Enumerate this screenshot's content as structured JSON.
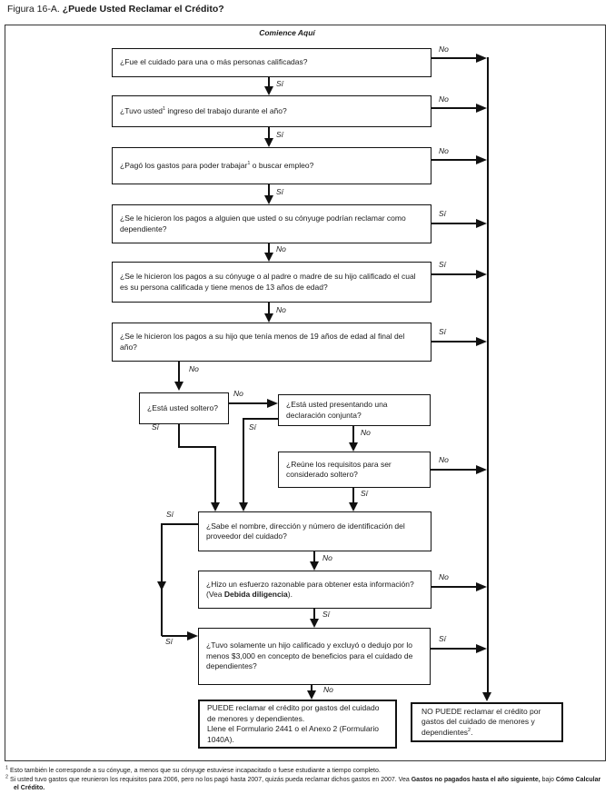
{
  "colors": {
    "ink": "#1a1a1a",
    "background": "#ffffff"
  },
  "title": {
    "prefix": "Figura 16-A. ",
    "main": "¿Puede Usted Reclamar el Crédito?"
  },
  "start_label": "Comience Aquí",
  "nodes": {
    "q1": {
      "text": "¿Fue el cuidado para una o más personas calificadas?"
    },
    "q2": {
      "pre": "¿Tuvo usted",
      "sup": "1",
      "post": " ingreso del trabajo durante el año?"
    },
    "q3": {
      "pre": "¿Pagó los gastos para poder trabajar",
      "sup": "1",
      "post": " o buscar empleo?"
    },
    "q4": {
      "text": "¿Se le hicieron los pagos a alguien que usted o su cónyuge podrían reclamar como dependiente?"
    },
    "q5": {
      "text": "¿Se le hicieron los pagos a su cónyuge o al padre o madre de su hijo calificado el cual es su persona calificada y tiene menos de 13 años de edad?"
    },
    "q6": {
      "text": "¿Se le hicieron los pagos a su hijo que tenía menos de 19 años de edad al final del año?"
    },
    "q7": {
      "text": "¿Está usted soltero?"
    },
    "q8": {
      "text": "¿Está usted presentando una declaración conjunta?"
    },
    "q9": {
      "text": "¿Reúne los requisitos para ser considerado soltero?"
    },
    "q10": {
      "text": "¿Sabe el nombre, dirección y número de identificación del proveedor del cuidado?"
    },
    "q11": {
      "pre": "¿Hizo un esfuerzo razonable para obtener esta información? (Vea ",
      "bold": "Debida diligencia",
      "post": ")."
    },
    "q12": {
      "text": "¿Tuvo solamente un hijo calificado y excluyó o dedujo por lo menos $3,000 en concepto de beneficios para el cuidado de dependientes?"
    },
    "yes_end": {
      "line1": "PUEDE reclamar el crédito por gastos del cuidado de menores y dependientes.",
      "line2": "Llene el Formulario 2441 o el Anexo 2 (Formulario 1040A)."
    },
    "no_end": {
      "pre": "NO PUEDE reclamar el crédito por gastos del cuidado de menores y dependientes",
      "sup": "2",
      "post": "."
    }
  },
  "labels": {
    "l_q1_no": "No",
    "l_q1_si": "Sí",
    "l_q2_no": "No",
    "l_q2_si": "Sí",
    "l_q3_no": "No",
    "l_q3_si": "Sí",
    "l_q4_si": "Sí",
    "l_q4_no": "No",
    "l_q5_si": "Sí",
    "l_q5_no": "No",
    "l_q6_si": "Sí",
    "l_q6_no": "No",
    "l_q7_no": "No",
    "l_q7_si": "Sí",
    "l_q8_si": "Sí",
    "l_q8_no": "No",
    "l_q9_no": "No",
    "l_q9_si": "Sí",
    "l_q10_si_top": "Sí",
    "l_q10_no": "No",
    "l_q10_si_bottom": "Sí",
    "l_q11_no": "No",
    "l_q11_si": "Sí",
    "l_q12_si": "Sí",
    "l_q12_no": "No"
  },
  "footnotes": {
    "fn1": {
      "sup": "1",
      "text": " Esto también le corresponde a su cónyuge, a menos que su cónyuge estuviese incapacitado o fuese estudiante a tiempo completo."
    },
    "fn2": {
      "sup": "2",
      "pre": " Si usted tuvo gastos que reunieron los requisitos para 2006, pero no los pagó hasta 2007, quizás pueda reclamar dichos gastos en 2007. Vea ",
      "bold1": "Gastos no pagados hasta el año siguiente,",
      "mid": " bajo ",
      "bold2": "Cómo Calcular el Crédito."
    }
  }
}
